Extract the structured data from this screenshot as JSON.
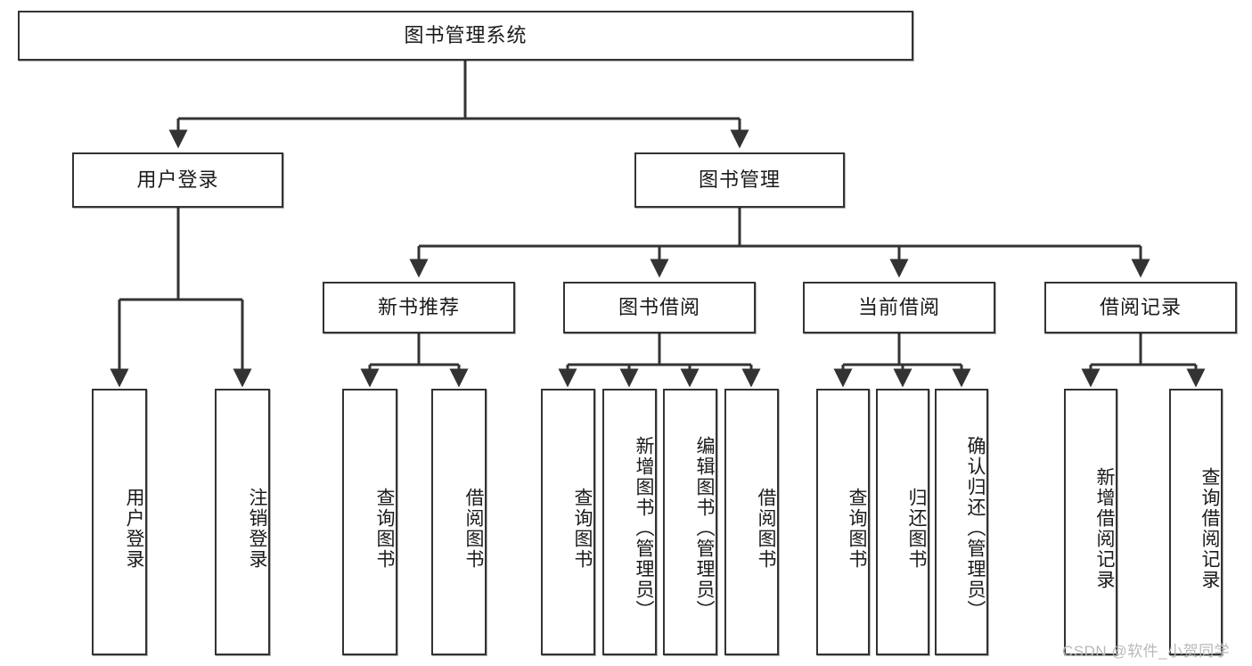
{
  "diagram": {
    "title": "图书管理系统",
    "type": "tree-hierarchy-diagram",
    "line_color": "#333333",
    "box_fill": "#ffffff",
    "text_color": "#1a1a1a",
    "root": {
      "id": "root",
      "label": "图书管理系统"
    },
    "level2": [
      {
        "id": "user-login",
        "label": "用户登录"
      },
      {
        "id": "book-management",
        "label": "图书管理"
      }
    ],
    "level3": [
      {
        "id": "new-book-recommend",
        "label": "新书推荐",
        "parent": "book-management"
      },
      {
        "id": "book-borrow",
        "label": "图书借阅",
        "parent": "book-management"
      },
      {
        "id": "current-borrow",
        "label": "当前借阅",
        "parent": "book-management"
      },
      {
        "id": "borrow-record",
        "label": "借阅记录",
        "parent": "book-management"
      }
    ],
    "leaves": [
      {
        "id": "leaf-user-login",
        "label": "用户登录",
        "parent": "user-login"
      },
      {
        "id": "leaf-logout-login",
        "label": "注销登录",
        "parent": "user-login"
      },
      {
        "id": "leaf-query-book-1",
        "label": "查询图书",
        "parent": "new-book-recommend"
      },
      {
        "id": "leaf-borrow-book-1",
        "label": "借阅图书",
        "parent": "new-book-recommend"
      },
      {
        "id": "leaf-query-book-2",
        "label": "查询图书",
        "parent": "book-borrow"
      },
      {
        "id": "leaf-add-book",
        "label": "新增图书（管理员）",
        "parent": "book-borrow"
      },
      {
        "id": "leaf-edit-book",
        "label": "编辑图书（管理员）",
        "parent": "book-borrow"
      },
      {
        "id": "leaf-borrow-book-2",
        "label": "借阅图书",
        "parent": "book-borrow"
      },
      {
        "id": "leaf-query-book-3",
        "label": "查询图书",
        "parent": "current-borrow"
      },
      {
        "id": "leaf-return-book",
        "label": "归还图书",
        "parent": "current-borrow"
      },
      {
        "id": "leaf-confirm-return",
        "label": "确认归还（管理员）",
        "parent": "current-borrow"
      },
      {
        "id": "leaf-add-record",
        "label": "新增借阅记录",
        "parent": "borrow-record"
      },
      {
        "id": "leaf-query-record",
        "label": "查询借阅记录",
        "parent": "borrow-record"
      }
    ]
  },
  "watermark": {
    "text": "CSDN @软件_小贺同学",
    "color": "#b9b9b9"
  }
}
